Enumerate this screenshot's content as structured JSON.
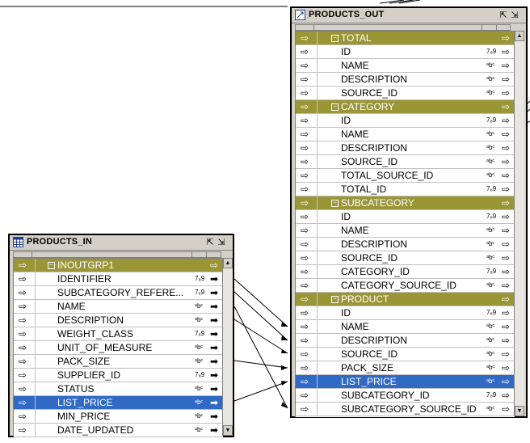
{
  "products_out": {
    "title": "PRODUCTS_OUT",
    "rows": [
      {
        "kind": "group",
        "name": "TOTAL",
        "dir": "in"
      },
      {
        "kind": "field",
        "name": "ID",
        "dtype": "7₈9",
        "dir": "in"
      },
      {
        "kind": "field",
        "name": "NAME",
        "dtype": "ᵃbᶜ",
        "dir": "in"
      },
      {
        "kind": "field",
        "name": "DESCRIPTION",
        "dtype": "ᵃbᶜ",
        "dir": "in"
      },
      {
        "kind": "field",
        "name": "SOURCE_ID",
        "dtype": "ᵃbᶜ",
        "dir": "in"
      },
      {
        "kind": "group",
        "name": "CATEGORY",
        "dir": "in"
      },
      {
        "kind": "field",
        "name": "ID",
        "dtype": "7₈9",
        "dir": "in"
      },
      {
        "kind": "field",
        "name": "NAME",
        "dtype": "ᵃbᶜ",
        "dir": "in"
      },
      {
        "kind": "field",
        "name": "DESCRIPTION",
        "dtype": "ᵃbᶜ",
        "dir": "in"
      },
      {
        "kind": "field",
        "name": "SOURCE_ID",
        "dtype": "ᵃbᶜ",
        "dir": "in"
      },
      {
        "kind": "field",
        "name": "TOTAL_SOURCE_ID",
        "dtype": "ᵃbᶜ",
        "dir": "in"
      },
      {
        "kind": "field",
        "name": "TOTAL_ID",
        "dtype": "7₈9",
        "dir": "in"
      },
      {
        "kind": "group",
        "name": "SUBCATEGORY",
        "dir": "in"
      },
      {
        "kind": "field",
        "name": "ID",
        "dtype": "7₈9",
        "dir": "in"
      },
      {
        "kind": "field",
        "name": "NAME",
        "dtype": "ᵃbᶜ",
        "dir": "in"
      },
      {
        "kind": "field",
        "name": "DESCRIPTION",
        "dtype": "ᵃbᶜ",
        "dir": "in"
      },
      {
        "kind": "field",
        "name": "SOURCE_ID",
        "dtype": "ᵃbᶜ",
        "dir": "in"
      },
      {
        "kind": "field",
        "name": "CATEGORY_ID",
        "dtype": "7₈9",
        "dir": "in"
      },
      {
        "kind": "field",
        "name": "CATEGORY_SOURCE_ID",
        "dtype": "ᵃbᶜ",
        "dir": "in"
      },
      {
        "kind": "group",
        "name": "PRODUCT",
        "dir": "in"
      },
      {
        "kind": "field",
        "name": "ID",
        "dtype": "7₈9",
        "dir": "in"
      },
      {
        "kind": "field",
        "name": "NAME",
        "dtype": "ᵃbᶜ",
        "dir": "in"
      },
      {
        "kind": "field",
        "name": "DESCRIPTION",
        "dtype": "ᵃbᶜ",
        "dir": "in"
      },
      {
        "kind": "field",
        "name": "SOURCE_ID",
        "dtype": "ᵃbᶜ",
        "dir": "in"
      },
      {
        "kind": "field",
        "name": "PACK_SIZE",
        "dtype": "ᵃbᶜ",
        "dir": "in"
      },
      {
        "kind": "field",
        "name": "LIST_PRICE",
        "dtype": "ᵃbᶜ",
        "dir": "in",
        "selected": true
      },
      {
        "kind": "field",
        "name": "SUBCATEGORY_ID",
        "dtype": "7₈9",
        "dir": "in"
      },
      {
        "kind": "field",
        "name": "SUBCATEGORY_SOURCE_ID",
        "dtype": "ᵃbᶜ",
        "dir": "in"
      }
    ]
  },
  "products_in": {
    "title": "PRODUCTS_IN",
    "rows": [
      {
        "kind": "group",
        "name": "INOUTGRP1",
        "dir": "inout"
      },
      {
        "kind": "field",
        "name": "IDENTIFIER",
        "dtype": "7₈9",
        "dir": "inout"
      },
      {
        "kind": "field",
        "name": "SUBCATEGORY_REFERE...",
        "dtype": "7₈9",
        "dir": "inout"
      },
      {
        "kind": "field",
        "name": "NAME",
        "dtype": "ᵃbᶜ",
        "dir": "inout"
      },
      {
        "kind": "field",
        "name": "DESCRIPTION",
        "dtype": "ᵃbᶜ",
        "dir": "inout"
      },
      {
        "kind": "field",
        "name": "WEIGHT_CLASS",
        "dtype": "7₈9",
        "dir": "inout"
      },
      {
        "kind": "field",
        "name": "UNIT_OF_MEASURE",
        "dtype": "ᵃbᶜ",
        "dir": "inout"
      },
      {
        "kind": "field",
        "name": "PACK_SIZE",
        "dtype": "ᵃbᶜ",
        "dir": "inout"
      },
      {
        "kind": "field",
        "name": "SUPPLIER_ID",
        "dtype": "7₈9",
        "dir": "inout"
      },
      {
        "kind": "field",
        "name": "STATUS",
        "dtype": "ᵃbᶜ",
        "dir": "inout"
      },
      {
        "kind": "field",
        "name": "LIST_PRICE",
        "dtype": "ᵃbᶜ",
        "dir": "inout",
        "selected": true
      },
      {
        "kind": "field",
        "name": "MIN_PRICE",
        "dtype": "ᵃbᶜ",
        "dir": "inout"
      },
      {
        "kind": "field",
        "name": "DATE_UPDATED",
        "dtype": "ᵃbᶜ",
        "dir": "inout"
      }
    ]
  },
  "icons": {
    "arrow_in": "⇨",
    "arrow_out": "➡",
    "collapse": "−",
    "maximize": "⇱",
    "minimize": "⇲"
  }
}
